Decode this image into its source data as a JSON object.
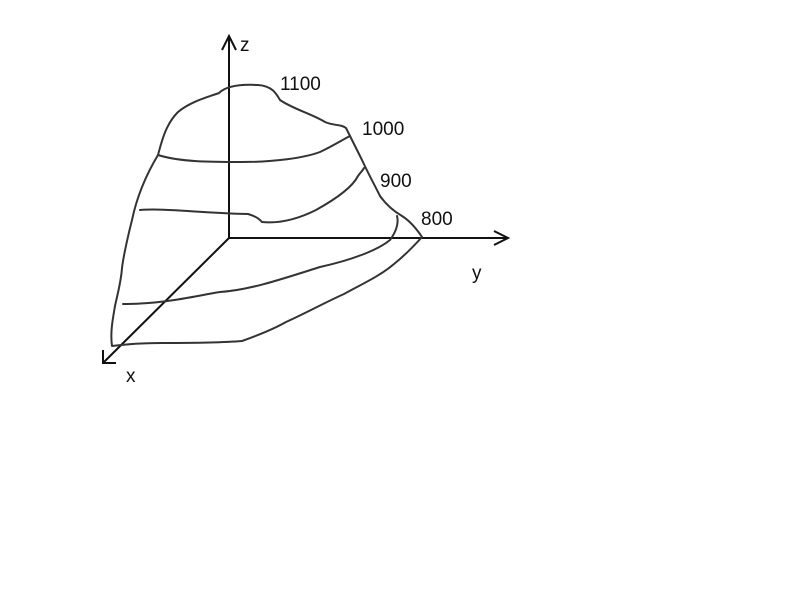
{
  "axes": {
    "x_label": "x",
    "y_label": "y",
    "z_label": "z"
  },
  "contours": [
    {
      "label": "1100"
    },
    {
      "label": "1000"
    },
    {
      "label": "900"
    },
    {
      "label": "800"
    }
  ]
}
